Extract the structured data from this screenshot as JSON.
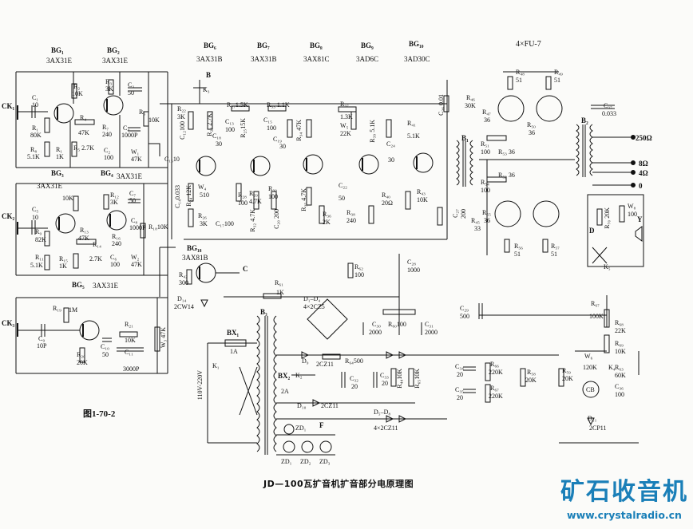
{
  "caption": "JD—100瓦扩音机扩音部分电原理图",
  "figure_number": "图1-70-2",
  "watermark": {
    "title": "矿石收音机",
    "url": "www.crystalradio.cn",
    "color": "#1a7fb8"
  },
  "colors": {
    "ink": "#111111",
    "paper": "#fbfbf9"
  },
  "labels": [
    {
      "id": "bg1",
      "text": "BG₁"
    },
    {
      "id": "bg1t",
      "text": "3AX31E"
    },
    {
      "id": "bg2",
      "text": "BG₂"
    },
    {
      "id": "bg2t",
      "text": "3AX31E"
    },
    {
      "id": "bg6",
      "text": "BG₆"
    },
    {
      "id": "bg6t",
      "text": "3AX31B"
    },
    {
      "id": "bg7",
      "text": "BG₇"
    },
    {
      "id": "bg7t",
      "text": "3AX31B"
    },
    {
      "id": "bg8",
      "text": "BG₈"
    },
    {
      "id": "bg8t",
      "text": "3AX81C"
    },
    {
      "id": "bg9",
      "text": "BG₉"
    },
    {
      "id": "bg9t",
      "text": "3AD6C"
    },
    {
      "id": "bg10",
      "text": "BG₁₀"
    },
    {
      "id": "bg10t",
      "text": "3AD30C"
    },
    {
      "id": "fu7",
      "text": "4×FU-7"
    },
    {
      "id": "ck1",
      "text": "CK₁"
    },
    {
      "id": "ck2",
      "text": "CK₂"
    },
    {
      "id": "ck3",
      "text": "CK₃"
    },
    {
      "id": "c1",
      "text": "C₁"
    },
    {
      "id": "c1v",
      "text": "10"
    },
    {
      "id": "r1",
      "text": "R₁"
    },
    {
      "id": "r1v",
      "text": "80K"
    },
    {
      "id": "r8",
      "text": "R₈"
    },
    {
      "id": "r8v",
      "text": "5.1K"
    },
    {
      "id": "r1b",
      "text": "R₁"
    },
    {
      "id": "r1bv",
      "text": "1K"
    },
    {
      "id": "r2",
      "text": "R₂"
    },
    {
      "id": "r2v",
      "text": "10K"
    },
    {
      "id": "r3",
      "text": "R₃"
    },
    {
      "id": "r3v",
      "text": "3K"
    },
    {
      "id": "c3",
      "text": "C₃"
    },
    {
      "id": "c3v",
      "text": "50"
    },
    {
      "id": "r6",
      "text": "R₆"
    },
    {
      "id": "r6v",
      "text": "10K"
    },
    {
      "id": "r4",
      "text": "R₄"
    },
    {
      "id": "r4v",
      "text": "47K"
    },
    {
      "id": "r7",
      "text": "R₇"
    },
    {
      "id": "r7v",
      "text": "240"
    },
    {
      "id": "r5",
      "text": "R₅ 2.7K"
    },
    {
      "id": "c4",
      "text": "C₄"
    },
    {
      "id": "c4v",
      "text": "1000P"
    },
    {
      "id": "c2",
      "text": "C₂"
    },
    {
      "id": "c2v",
      "text": "100"
    },
    {
      "id": "w1",
      "text": "W₁"
    },
    {
      "id": "w1v",
      "text": "47K"
    },
    {
      "id": "bg3",
      "text": "BG₃"
    },
    {
      "id": "bg4",
      "text": "BG₄"
    },
    {
      "id": "bg34t",
      "text": "3AX31E"
    },
    {
      "id": "bg3t",
      "text": "3AX31E"
    },
    {
      "id": "c5",
      "text": "C₅"
    },
    {
      "id": "c5v",
      "text": "10"
    },
    {
      "id": "r9",
      "text": "R₉"
    },
    {
      "id": "r9v",
      "text": "82K"
    },
    {
      "id": "r10",
      "text": "10K"
    },
    {
      "id": "r12",
      "text": "R₁₂"
    },
    {
      "id": "r12v",
      "text": "3K"
    },
    {
      "id": "c7",
      "text": "C₇"
    },
    {
      "id": "c7v",
      "text": "50"
    },
    {
      "id": "r13",
      "text": "R₁₃"
    },
    {
      "id": "r13v",
      "text": "47K"
    },
    {
      "id": "r14",
      "text": "R₁₄"
    },
    {
      "id": "r14v",
      "text": "2.7K"
    },
    {
      "id": "r16",
      "text": "R₁₆"
    },
    {
      "id": "r16v",
      "text": "240"
    },
    {
      "id": "c8",
      "text": "C₈"
    },
    {
      "id": "c8v",
      "text": "1000P"
    },
    {
      "id": "r11",
      "text": "R₁₁"
    },
    {
      "id": "r11v",
      "text": "5.1K"
    },
    {
      "id": "r15",
      "text": "R₁₅"
    },
    {
      "id": "r15v",
      "text": "1K"
    },
    {
      "id": "c6",
      "text": "C₆"
    },
    {
      "id": "c6v",
      "text": "100"
    },
    {
      "id": "w2",
      "text": "W₂"
    },
    {
      "id": "w2v",
      "text": "47K"
    },
    {
      "id": "r18",
      "text": "R₁₈10K"
    },
    {
      "id": "bg5",
      "text": "BG₅"
    },
    {
      "id": "bg5t",
      "text": "3AX31E"
    },
    {
      "id": "c9",
      "text": "C₉"
    },
    {
      "id": "c9v",
      "text": "10P"
    },
    {
      "id": "r19",
      "text": "R₁₉"
    },
    {
      "id": "r19v",
      "text": "1M"
    },
    {
      "id": "r20",
      "text": "R₂₀"
    },
    {
      "id": "r20v",
      "text": "20K"
    },
    {
      "id": "c10",
      "text": "C₁₀"
    },
    {
      "id": "c10v",
      "text": "50"
    },
    {
      "id": "r21",
      "text": "R₂₁"
    },
    {
      "id": "r21v",
      "text": "10K"
    },
    {
      "id": "c11",
      "text": "C₁₁"
    },
    {
      "id": "c11v",
      "text": "3000P"
    },
    {
      "id": "w3",
      "text": "W₃ 47K"
    },
    {
      "id": "ptB",
      "text": "B"
    },
    {
      "id": "ptC",
      "text": "C"
    },
    {
      "id": "k3",
      "text": "K₃"
    },
    {
      "id": "r22",
      "text": "R₂₂"
    },
    {
      "id": "r22v",
      "text": "3K"
    },
    {
      "id": "c12",
      "text": "C₁₂100"
    },
    {
      "id": "r23",
      "text": "R₂₃ 2.7K"
    },
    {
      "id": "r27",
      "text": "R₂₇1.5K"
    },
    {
      "id": "r33",
      "text": "R₃₃ 1.1K"
    },
    {
      "id": "c13",
      "text": "C₁₃"
    },
    {
      "id": "c13v",
      "text": "100"
    },
    {
      "id": "c15",
      "text": "C₁₅"
    },
    {
      "id": "c15v",
      "text": "100"
    },
    {
      "id": "c18",
      "text": "C₁₈"
    },
    {
      "id": "c18v",
      "text": "30"
    },
    {
      "id": "c19",
      "text": "C₁₉"
    },
    {
      "id": "c19v",
      "text": "30"
    },
    {
      "id": "r25",
      "text": "R₂₅15K"
    },
    {
      "id": "c15b",
      "text": "C₁₅10"
    },
    {
      "id": "c14",
      "text": "C₁₄0.033"
    },
    {
      "id": "r24",
      "text": "R₂₄ 12K"
    },
    {
      "id": "w4",
      "text": "W₄"
    },
    {
      "id": "w4v",
      "text": "510"
    },
    {
      "id": "r26",
      "text": "R₂₆"
    },
    {
      "id": "r26v",
      "text": "3K"
    },
    {
      "id": "c17",
      "text": "C₁₇100"
    },
    {
      "id": "r28",
      "text": "R₂₈"
    },
    {
      "id": "r28v",
      "text": "100"
    },
    {
      "id": "r29",
      "text": "R₂₉"
    },
    {
      "id": "r29v",
      "text": "4.7K"
    },
    {
      "id": "r32",
      "text": "R₃₂ 4.7K"
    },
    {
      "id": "r30",
      "text": "R₃₀"
    },
    {
      "id": "r30v",
      "text": "100"
    },
    {
      "id": "c20",
      "text": "C₂₀ 200"
    },
    {
      "id": "r34",
      "text": "R₃₄ 47K"
    },
    {
      "id": "r35",
      "text": "R₃₅ 4.7K"
    },
    {
      "id": "r36",
      "text": "R₃₆"
    },
    {
      "id": "r36v",
      "text": "2K"
    },
    {
      "id": "r37",
      "text": "R₃₇"
    },
    {
      "id": "r37v",
      "text": "1.3K"
    },
    {
      "id": "w5",
      "text": "W₅"
    },
    {
      "id": "w5v",
      "text": "22K"
    },
    {
      "id": "r38",
      "text": "R₃₈"
    },
    {
      "id": "r38v",
      "text": "240"
    },
    {
      "id": "c22",
      "text": "C₂₂"
    },
    {
      "id": "c22v",
      "text": "50"
    },
    {
      "id": "r39",
      "text": "R₃₉ 5.1K"
    },
    {
      "id": "c24",
      "text": "C₂₄"
    },
    {
      "id": "c24v",
      "text": "30"
    },
    {
      "id": "r40",
      "text": "R₄₀"
    },
    {
      "id": "r40v",
      "text": "20Ω"
    },
    {
      "id": "r41",
      "text": "R₄₁"
    },
    {
      "id": "r41v",
      "text": "5.1K"
    },
    {
      "id": "r43",
      "text": "R₄₃"
    },
    {
      "id": "r43v",
      "text": "10K"
    },
    {
      "id": "c26",
      "text": "C₂₆ 0.01"
    },
    {
      "id": "r46",
      "text": "R₄₆"
    },
    {
      "id": "r46v",
      "text": "30K"
    },
    {
      "id": "c27",
      "text": "C₂₇"
    },
    {
      "id": "c27v",
      "text": "200"
    },
    {
      "id": "r45",
      "text": "R₄₅"
    },
    {
      "id": "r45v",
      "text": "33"
    },
    {
      "id": "b1",
      "text": "B₁"
    },
    {
      "id": "r48",
      "text": "R₄₈"
    },
    {
      "id": "r48v",
      "text": "51"
    },
    {
      "id": "r49",
      "text": "R₄₉"
    },
    {
      "id": "r49v",
      "text": "51"
    },
    {
      "id": "r47",
      "text": "R₄₇"
    },
    {
      "id": "r47v",
      "text": "36"
    },
    {
      "id": "r50",
      "text": "R₅₀"
    },
    {
      "id": "r50v",
      "text": "36"
    },
    {
      "id": "r51",
      "text": "R₅₁"
    },
    {
      "id": "r51v",
      "text": "100"
    },
    {
      "id": "r53",
      "text": "R₅₃ 36"
    },
    {
      "id": "r52",
      "text": "R₅₂ 36"
    },
    {
      "id": "r54",
      "text": "R₅₄"
    },
    {
      "id": "r54v",
      "text": "100"
    },
    {
      "id": "r55",
      "text": "R₅₅"
    },
    {
      "id": "r55v",
      "text": "36"
    },
    {
      "id": "r56",
      "text": "R₅₆"
    },
    {
      "id": "r56v",
      "text": "51"
    },
    {
      "id": "r57",
      "text": "R₅₇"
    },
    {
      "id": "r57v",
      "text": "51"
    },
    {
      "id": "c37",
      "text": "C₃₇"
    },
    {
      "id": "c37v",
      "text": "0.033"
    },
    {
      "id": "b2",
      "text": "B₂"
    },
    {
      "id": "o250",
      "text": "250Ω"
    },
    {
      "id": "o8",
      "text": "8Ω"
    },
    {
      "id": "o4",
      "text": "4Ω"
    },
    {
      "id": "o0",
      "text": "0"
    },
    {
      "id": "w8",
      "text": "W₈"
    },
    {
      "id": "w8v",
      "text": "100"
    },
    {
      "id": "r70",
      "text": "R₇₀ 20K"
    },
    {
      "id": "d",
      "text": "D"
    },
    {
      "id": "y",
      "text": "Y"
    },
    {
      "id": "k5",
      "text": "K₅"
    },
    {
      "id": "bg18",
      "text": "BG₁₈"
    },
    {
      "id": "bg18t",
      "text": "3AX81B"
    },
    {
      "id": "r42",
      "text": "R₄₂"
    },
    {
      "id": "r42v",
      "text": "300"
    },
    {
      "id": "d14",
      "text": "D₁₄"
    },
    {
      "id": "d14t",
      "text": "2CW14"
    },
    {
      "id": "r61",
      "text": "R₆₁"
    },
    {
      "id": "r61v",
      "text": "1K"
    },
    {
      "id": "r62",
      "text": "R₆₂"
    },
    {
      "id": "r62v",
      "text": "100"
    },
    {
      "id": "c28",
      "text": "C₂₈"
    },
    {
      "id": "c28v",
      "text": "1000"
    },
    {
      "id": "d1d4",
      "text": "D₁–D₄"
    },
    {
      "id": "d1d4t",
      "text": "4×2CZ5"
    },
    {
      "id": "c30",
      "text": "C₃₀"
    },
    {
      "id": "c30v",
      "text": "2000"
    },
    {
      "id": "r60",
      "text": "R₆₀100"
    },
    {
      "id": "c31",
      "text": "C₃₁"
    },
    {
      "id": "c31v",
      "text": "2000"
    },
    {
      "id": "c29",
      "text": "C₂₉"
    },
    {
      "id": "c29v",
      "text": "500"
    },
    {
      "id": "r67",
      "text": "R₆₇"
    },
    {
      "id": "r67v",
      "text": "100K"
    },
    {
      "id": "r68",
      "text": "R₆₈"
    },
    {
      "id": "r68v",
      "text": "22K"
    },
    {
      "id": "r69",
      "text": "R₆₉"
    },
    {
      "id": "r69v",
      "text": "10K"
    },
    {
      "id": "bx1",
      "text": "BX₁"
    },
    {
      "id": "bx1v",
      "text": "1A"
    },
    {
      "id": "k1",
      "text": "K₁"
    },
    {
      "id": "mains",
      "text": "110V-220V"
    },
    {
      "id": "b3",
      "text": "B₃"
    },
    {
      "id": "d9",
      "text": "D₉"
    },
    {
      "id": "d9t",
      "text": "2CZ11"
    },
    {
      "id": "r64",
      "text": "R₆₄500"
    },
    {
      "id": "c32",
      "text": "C₃₂"
    },
    {
      "id": "c32v",
      "text": "20"
    },
    {
      "id": "c33",
      "text": "C₃₃"
    },
    {
      "id": "c33v",
      "text": "20"
    },
    {
      "id": "r44",
      "text": "R₄₄10K"
    },
    {
      "id": "r65",
      "text": "R₆₅10K"
    },
    {
      "id": "bx2",
      "text": "BX₂"
    },
    {
      "id": "k2",
      "text": "K₂"
    },
    {
      "id": "bx2v",
      "text": "2A"
    },
    {
      "id": "d10",
      "text": "D₁₀"
    },
    {
      "id": "d10t",
      "text": "2CZ11"
    },
    {
      "id": "d5d8",
      "text": "D₅–D₈"
    },
    {
      "id": "d5d8t",
      "text": "4×2CZ11"
    },
    {
      "id": "c34",
      "text": "C₃₄"
    },
    {
      "id": "c34v",
      "text": "20"
    },
    {
      "id": "c35",
      "text": "C₃₅"
    },
    {
      "id": "c35v",
      "text": "20"
    },
    {
      "id": "r66",
      "text": "R₆₆"
    },
    {
      "id": "r66v",
      "text": "220K"
    },
    {
      "id": "r67b",
      "text": "R₆₇"
    },
    {
      "id": "r67bv",
      "text": "220K"
    },
    {
      "id": "r58",
      "text": "R₅₈"
    },
    {
      "id": "r58v",
      "text": "20K"
    },
    {
      "id": "r59",
      "text": "R₅₉"
    },
    {
      "id": "r59v",
      "text": "20K"
    },
    {
      "id": "w6",
      "text": "W₆"
    },
    {
      "id": "w6v",
      "text": "120K"
    },
    {
      "id": "r63",
      "text": "R₆₃"
    },
    {
      "id": "r63v",
      "text": "60K"
    },
    {
      "id": "k4",
      "text": "K₄"
    },
    {
      "id": "cb",
      "text": "CB"
    },
    {
      "id": "c36",
      "text": "C₃₆"
    },
    {
      "id": "c36v",
      "text": "100"
    },
    {
      "id": "d11",
      "text": "D₁₁"
    },
    {
      "id": "d11t",
      "text": "2CP11"
    },
    {
      "id": "zd1",
      "text": "ZD₁"
    },
    {
      "id": "zd2",
      "text": "ZD₂"
    },
    {
      "id": "zd3",
      "text": "ZD₃"
    },
    {
      "id": "f",
      "text": "F"
    },
    {
      "id": "zd1b",
      "text": "ZD₁"
    }
  ]
}
